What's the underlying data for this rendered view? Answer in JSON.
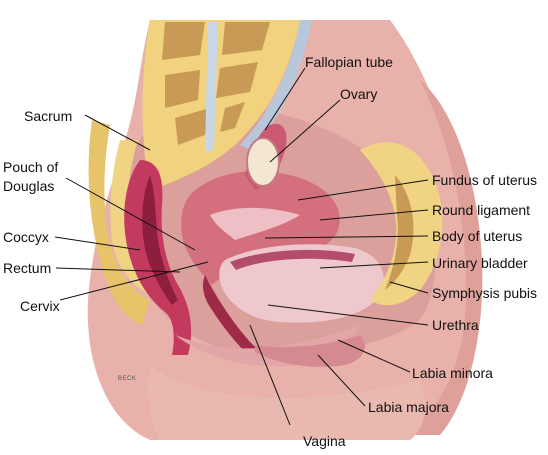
{
  "labels": {
    "fallopian_tube": "Fallopian tube",
    "ovary": "Ovary",
    "sacrum": "Sacrum",
    "pouch_of": "Pouch of",
    "douglas": "Douglas",
    "coccyx": "Coccyx",
    "rectum": "Rectum",
    "cervix": "Cervix",
    "fundus_of_uterus": "Fundus of uterus",
    "round_ligament": "Round ligament",
    "body_of_uterus": "Body of uterus",
    "urinary_bladder": "Urinary bladder",
    "symphysis_pubis": "Symphysis pubis",
    "urethra": "Urethra",
    "labia_minora": "Labia minora",
    "labia_majora": "Labia majora",
    "vagina": "Vagina"
  },
  "artist_signature": "BECK",
  "colors": {
    "skin": "#e8b2aa",
    "skin_dark": "#c98682",
    "soft_tissue": "#dca09c",
    "bone": "#f0d484",
    "bone_marrow": "#c89a55",
    "muscle": "#c43a5e",
    "muscle_dark": "#8c1f3d",
    "bladder": "#eec8cc",
    "uterus": "#d4707e",
    "ovary": "#f3e7cf",
    "background": "#ffffff"
  }
}
